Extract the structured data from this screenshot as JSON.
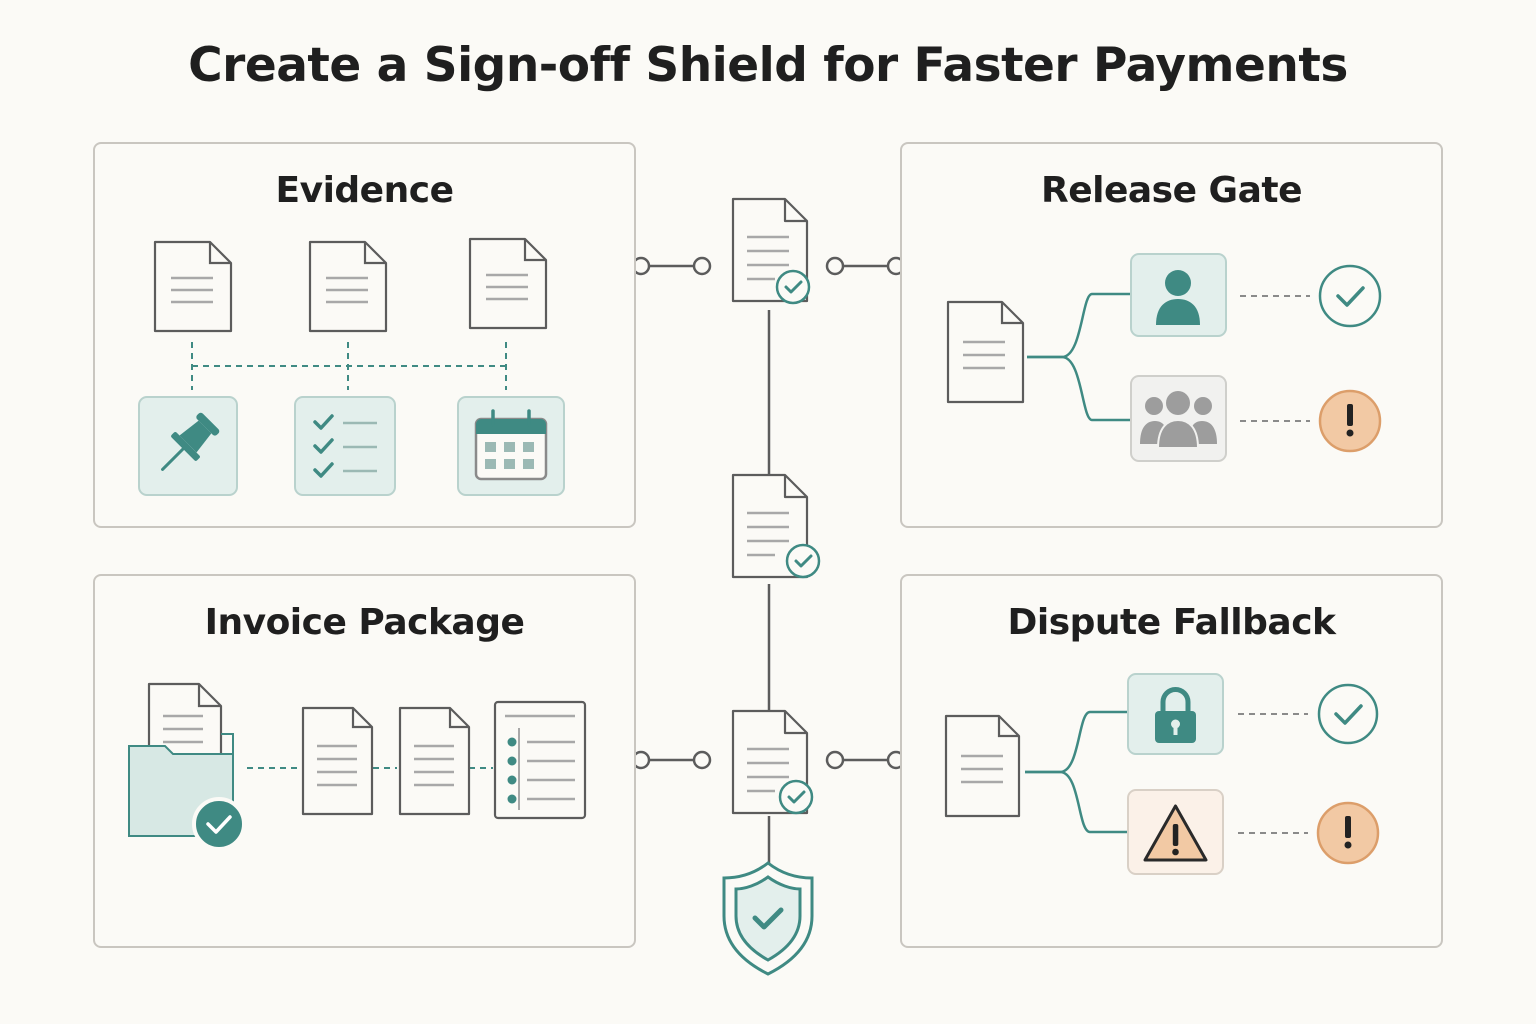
{
  "title": "Create a Sign-off Shield for Faster Payments",
  "panels": {
    "evidence": {
      "title": "Evidence"
    },
    "release_gate": {
      "title": "Release Gate"
    },
    "invoice_package": {
      "title": "Invoice Package"
    },
    "dispute_fallback": {
      "title": "Dispute Fallback"
    }
  },
  "colors": {
    "teal": "#3f8a83",
    "teal_light": "#e3efec",
    "orange": "#f2c9a4",
    "orange_stroke": "#dc9e6a",
    "gray": "#9d9d9d",
    "stroke": "#5c5c5c"
  },
  "icons": {
    "evidence": [
      "document-icon",
      "document-icon",
      "document-icon",
      "pushpin-icon",
      "checklist-icon",
      "calendar-icon"
    ],
    "release_gate": [
      "document-icon",
      "single-user-icon",
      "group-users-icon",
      "check-circle-icon",
      "warning-circle-icon"
    ],
    "invoice_package": [
      "folder-icon",
      "document-icon",
      "document-icon",
      "list-document-icon"
    ],
    "dispute_fallback": [
      "document-icon",
      "lock-icon",
      "warning-triangle-icon",
      "check-circle-icon",
      "warning-circle-icon"
    ],
    "center": [
      "checked-document-icon",
      "checked-document-icon",
      "checked-document-icon",
      "shield-check-icon"
    ]
  }
}
